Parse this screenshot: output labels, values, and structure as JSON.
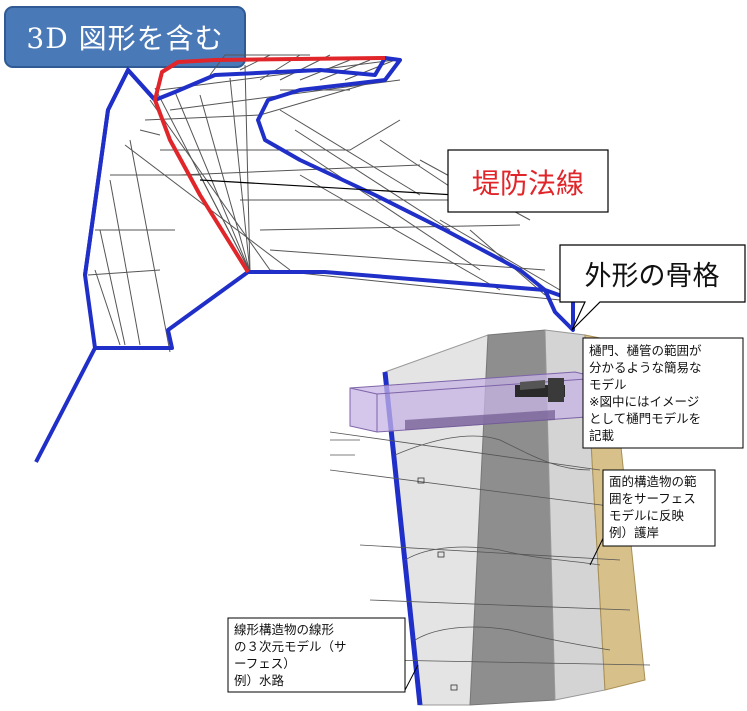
{
  "title_badge": "3D 図形を含む",
  "callouts": {
    "levee_line": "堤防法線",
    "outer_frame": "外形の骨格"
  },
  "notes": {
    "sluice": [
      "樋門、樋管の範囲が",
      "分かるような簡易な",
      "モデル",
      "※図中にはイメージ",
      "として樋門モデルを",
      "記載"
    ],
    "surface": [
      "面的構造物の範",
      "囲をサーフェス",
      "モデルに反映",
      "例）護岸"
    ],
    "linear": [
      "線形構造物の線形",
      "の３次元モデル（サ",
      "ーフェス）",
      "例）水路"
    ]
  },
  "colors": {
    "outline_blue": "#1f2fc8",
    "levee_red": "#e0262a",
    "badge_blue": "#4a79b8",
    "callout_red_text": "#e0262a",
    "band_gray": "#8e8e8e",
    "band_tan": "#d8c08a",
    "sluice_purple": "#c7b3e6"
  }
}
